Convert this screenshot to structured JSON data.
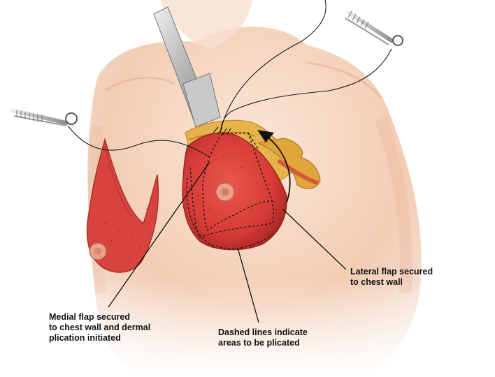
{
  "colors": {
    "skin": "#f6d6c1",
    "skin_shadow": "#e6b398",
    "flap_red": "#d9453f",
    "flap_dark": "#b62d2a",
    "fat_yellow": "#e9b94a",
    "suture_line": "#111111",
    "instrument_metal": "#b8b8b8"
  },
  "icons": {
    "left_hemostat": "surgical-clamp",
    "right_hemostat": "surgical-clamp",
    "retractor": "retractor-blade",
    "arrow": "curved-arrow"
  },
  "labels": {
    "medial": [
      "Medial flap secured",
      "to chest wall and dermal",
      "plication initiated"
    ],
    "dashed": [
      "Dashed lines indicate",
      "areas to be plicated"
    ],
    "lateral": [
      "Lateral flap secured",
      "to chest wall"
    ]
  }
}
